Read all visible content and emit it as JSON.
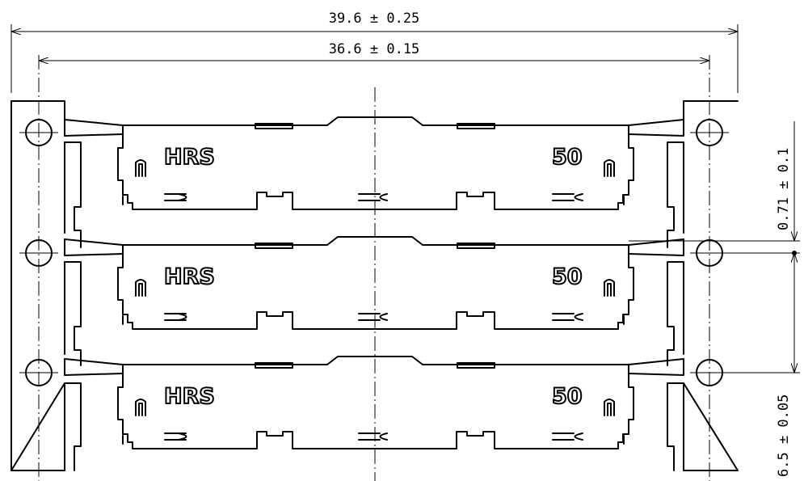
{
  "dimensions": {
    "overall_width": "39.6 ± 0.25",
    "hole_pitch_width": "36.6 ± 0.15",
    "strip_gap": "0.71 ± 0.1",
    "pitch": "6.5 ± 0.05"
  },
  "part_markings": {
    "brand": "HRS",
    "pin_count": "50"
  },
  "rows": [
    {
      "brand": "HRS",
      "pin_count": "50"
    },
    {
      "brand": "HRS",
      "pin_count": "50"
    },
    {
      "brand": "HRS",
      "pin_count": "50"
    }
  ]
}
